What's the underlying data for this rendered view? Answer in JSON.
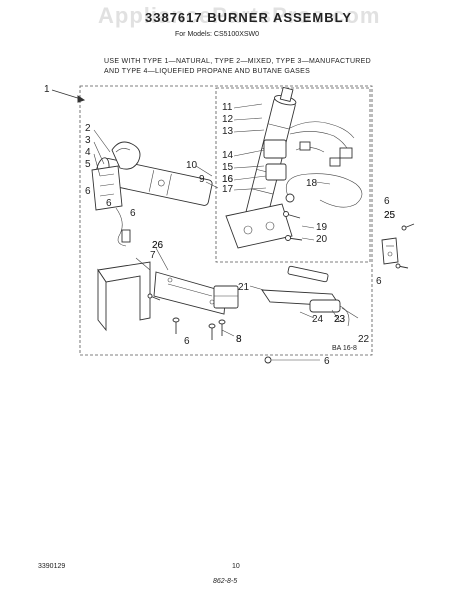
{
  "title": "3387617 BURNER ASSEMBLY",
  "watermark": "AppliancePartsPros.com",
  "models": "For Models: CS5100XSW0",
  "note": {
    "line1": "USE WITH TYPE 1—NATURAL, TYPE 2—MIXED, TYPE 3—MANUFACTURED",
    "line2": "AND TYPE 4—LIQUEFIED PROPANE AND BUTANE GASES"
  },
  "callouts": [
    "1",
    "2",
    "3",
    "4",
    "5",
    "6",
    "7",
    "8",
    "9",
    "10",
    "11",
    "12",
    "13",
    "14",
    "15",
    "16",
    "17",
    "18",
    "19",
    "20",
    "21",
    "22",
    "23",
    "24",
    "25",
    "26",
    "6",
    "6",
    "6",
    "6",
    "6",
    "25",
    "8",
    "6",
    "16",
    "26",
    "23"
  ],
  "figure_id": "BA 16-8",
  "part_number": "3390129",
  "page_number": "10",
  "stamp": "862-8-5"
}
